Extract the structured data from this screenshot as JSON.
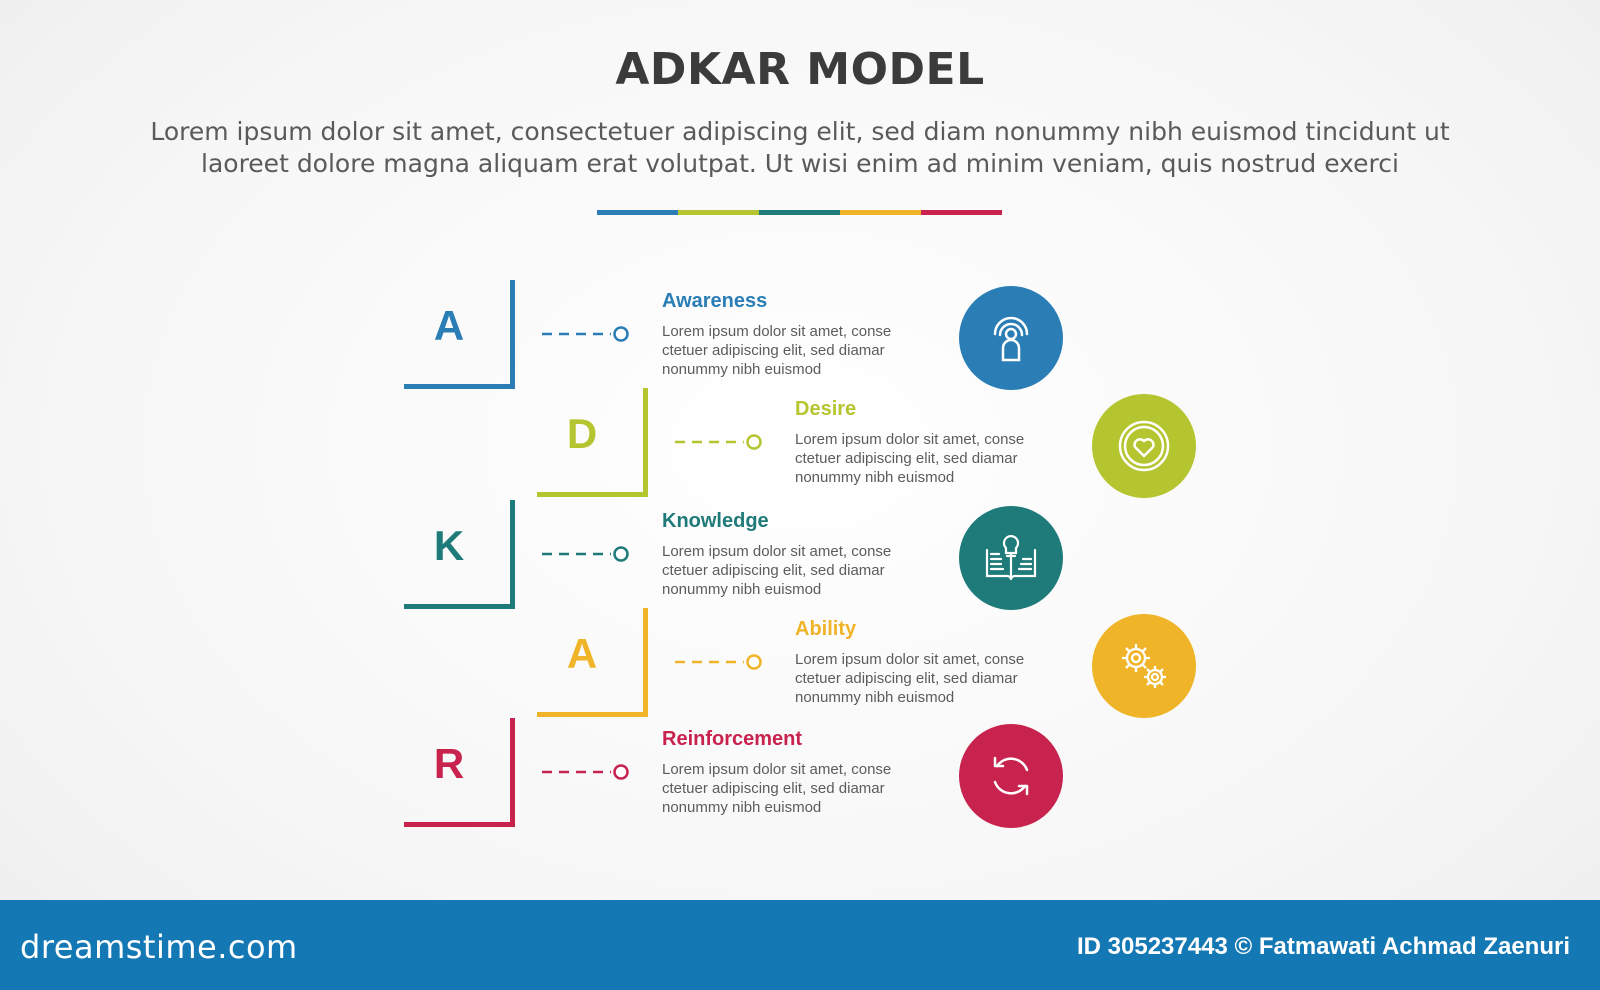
{
  "header": {
    "title": "ADKAR MODEL",
    "subtitle_line1": "Lorem ipsum dolor sit amet, consectetuer adipiscing elit, sed diam nonummy nibh euismod tincidunt ut",
    "subtitle_line2": "laoreet dolore magna aliquam erat volutpat. Ut wisi enim ad minim veniam, quis nostrud exerci"
  },
  "divider_colors": [
    "#2a7db5",
    "#b5c530",
    "#1f7a7a",
    "#f0b429",
    "#c8224e"
  ],
  "stages": [
    {
      "letter": "A",
      "title": "Awareness",
      "desc_line1": "Lorem ipsum dolor sit amet, conse",
      "desc_line2": "ctetuer adipiscing elit, sed diamar",
      "desc_line3": "nonummy nibh euismod",
      "color": "#2a7db5",
      "icon": "podcast-person-icon"
    },
    {
      "letter": "D",
      "title": "Desire",
      "desc_line1": "Lorem ipsum dolor sit amet, conse",
      "desc_line2": "ctetuer adipiscing elit, sed diamar",
      "desc_line3": "nonummy nibh euismod",
      "color": "#b5c530",
      "icon": "heart-icon"
    },
    {
      "letter": "K",
      "title": "Knowledge",
      "desc_line1": "Lorem ipsum dolor sit amet, conse",
      "desc_line2": "ctetuer adipiscing elit, sed diamar",
      "desc_line3": "nonummy nibh euismod",
      "color": "#1f7a7a",
      "icon": "book-lightbulb-icon"
    },
    {
      "letter": "A",
      "title": "Ability",
      "desc_line1": "Lorem ipsum dolor sit amet, conse",
      "desc_line2": "ctetuer adipiscing elit, sed diamar",
      "desc_line3": "nonummy nibh euismod",
      "color": "#f0b429",
      "icon": "gears-icon"
    },
    {
      "letter": "R",
      "title": "Reinforcement",
      "desc_line1": "Lorem ipsum dolor sit amet, conse",
      "desc_line2": "ctetuer adipiscing elit, sed diamar",
      "desc_line3": "nonummy nibh euismod",
      "color": "#c8224e",
      "icon": "refresh-cycle-icon"
    }
  ],
  "footer": {
    "brand": "dreamstime.com",
    "credit": "ID 305237443 © Fatmawati  Achmad Zaenuri",
    "background": "#1478b4"
  }
}
